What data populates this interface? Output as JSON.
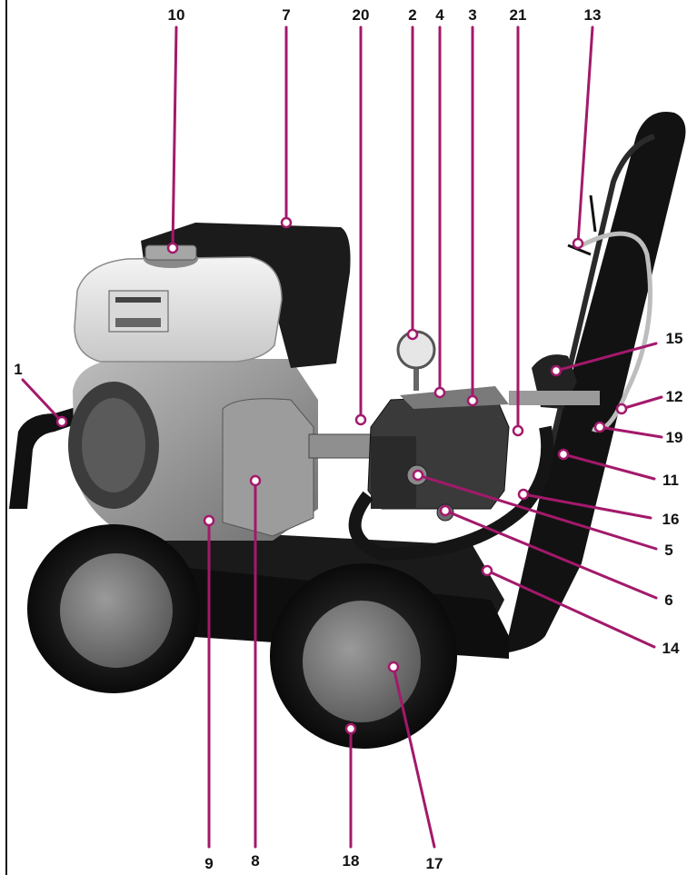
{
  "colors": {
    "leader": "#a3196b",
    "label": "#111111",
    "frame": "#0d0d0d",
    "background": "#ffffff"
  },
  "photo": {
    "subject": "engine-driven-pressure-washer-photo"
  },
  "callouts": [
    {
      "id": "1",
      "label": "1"
    },
    {
      "id": "2",
      "label": "2"
    },
    {
      "id": "3",
      "label": "3"
    },
    {
      "id": "4",
      "label": "4"
    },
    {
      "id": "5",
      "label": "5"
    },
    {
      "id": "6",
      "label": "6"
    },
    {
      "id": "7",
      "label": "7"
    },
    {
      "id": "8",
      "label": "8"
    },
    {
      "id": "9",
      "label": "9"
    },
    {
      "id": "10",
      "label": "10"
    },
    {
      "id": "11",
      "label": "11"
    },
    {
      "id": "12",
      "label": "12"
    },
    {
      "id": "13",
      "label": "13"
    },
    {
      "id": "14",
      "label": "14"
    },
    {
      "id": "15",
      "label": "15"
    },
    {
      "id": "16",
      "label": "16"
    },
    {
      "id": "17",
      "label": "17"
    },
    {
      "id": "18",
      "label": "18"
    },
    {
      "id": "19",
      "label": "19"
    },
    {
      "id": "20",
      "label": "20"
    },
    {
      "id": "21",
      "label": "21"
    }
  ]
}
